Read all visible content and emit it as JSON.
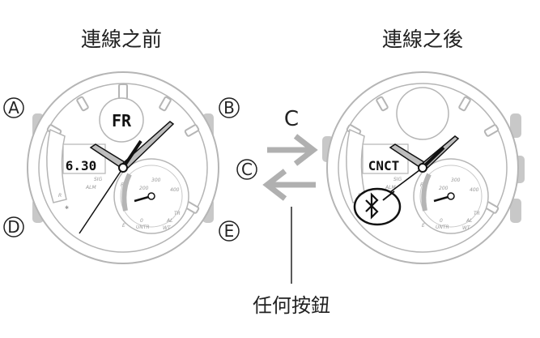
{
  "headings": {
    "before": "連線之前",
    "after": "連線之後"
  },
  "buttons": {
    "a": "A",
    "b": "B",
    "c": "C",
    "d": "D",
    "e": "E"
  },
  "before_watch": {
    "upper_display": "FR",
    "lower_display": "6.30",
    "dial_labels": {
      "sig": "SIG",
      "alm": "ALM",
      "r": "R",
      "f": "F",
      "e": "E",
      "tr": "TR",
      "al": "AL",
      "wt": "WT",
      "scale_200": "200",
      "scale_300": "300",
      "scale_400": "400",
      "scale_0": "0",
      "untr": "UNTR"
    }
  },
  "after_watch": {
    "lower_display": "CNCT",
    "dial_labels": {
      "sig": "SIG",
      "alm": "ALM",
      "r": "R",
      "f": "F",
      "e": "E",
      "tr": "TR",
      "al": "AL",
      "wt": "WT",
      "scale_200": "200",
      "scale_300": "300",
      "scale_400": "400",
      "scale_0": "0",
      "untr": "UNTR"
    }
  },
  "arrow_label": "C",
  "caption": "任何按鈕",
  "colors": {
    "outline": "#b5b5b5",
    "case_gray": "#c8c8c8",
    "hand": "#111111",
    "hand_fill": "#bdbdbd",
    "arrow": "#b0b0b0",
    "text": "#222222"
  }
}
